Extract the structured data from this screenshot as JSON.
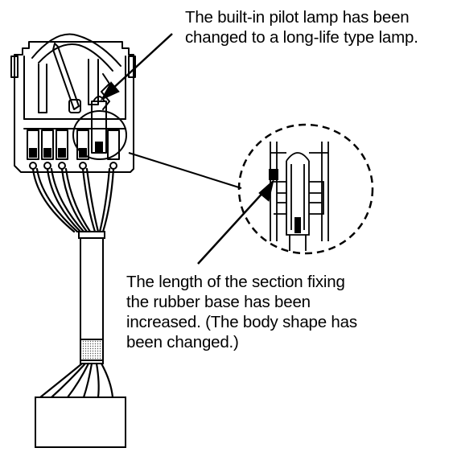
{
  "callouts": {
    "lamp": {
      "lines": [
        "The built-in pilot lamp has been",
        "changed to a long-life type lamp."
      ]
    },
    "base": {
      "lines": [
        "The length of the section fixing",
        "the rubber base has been",
        "increased. (The body shape has",
        "been changed.)"
      ]
    }
  },
  "colors": {
    "ink": "#000000",
    "paper": "#ffffff",
    "shade": "#bfbfbf"
  }
}
